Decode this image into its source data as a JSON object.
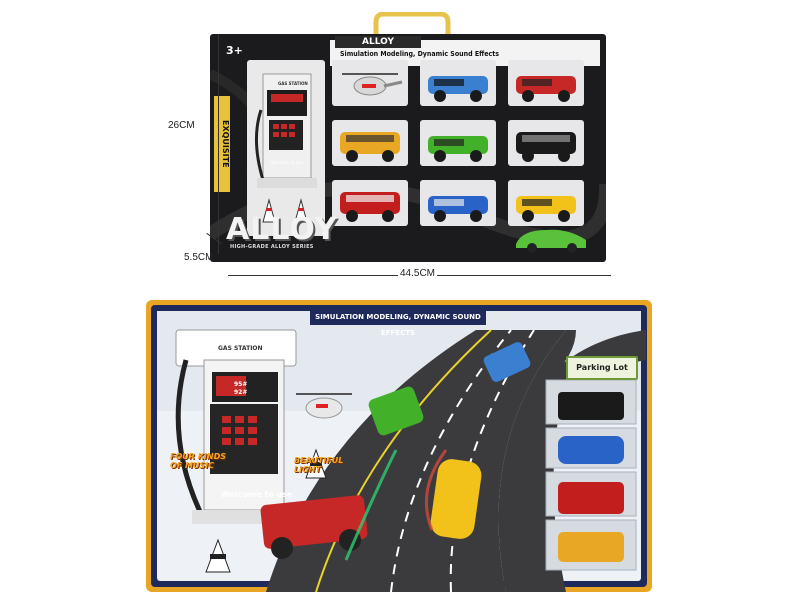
{
  "box": {
    "brand_tab": "ALLOY",
    "age": "3+",
    "header_text": "Simulation Modeling, Dynamic Sound Effects",
    "side_label": "EXQUISITE",
    "logo": "ALLOY",
    "logo_sub": "HIGH-GRADE ALLOY SERIES",
    "station_title": "GAS STATION",
    "station_welcome": "Welcome to use",
    "vehicles": [
      {
        "name": "helicopter",
        "color": "#d8d8d8",
        "accent": "#d22"
      },
      {
        "name": "blue-jeep",
        "color": "#3a7fd0",
        "accent": "#111"
      },
      {
        "name": "red-jeep",
        "color": "#c62828",
        "accent": "#222"
      },
      {
        "name": "school-bus",
        "color": "#e9a823",
        "accent": "#333"
      },
      {
        "name": "green-pickup",
        "color": "#43b02a",
        "accent": "#222"
      },
      {
        "name": "police-van",
        "color": "#1a1a1a",
        "accent": "#999"
      },
      {
        "name": "red-minibus",
        "color": "#c21e1e",
        "accent": "#f2f2f2"
      },
      {
        "name": "blue-suv",
        "color": "#2a63c8",
        "accent": "#e8e8e8"
      },
      {
        "name": "yellow-sports-car",
        "color": "#f2c21b",
        "accent": "#222"
      }
    ]
  },
  "dimensions": {
    "height": "26CM",
    "depth": "5.5CM",
    "width": "44.5CM"
  },
  "scene": {
    "banner": "SIMULATION MODELING, DYNAMIC SOUND EFFECTS",
    "gas_station": "GAS STATION",
    "price_1": "95#",
    "price_2": "92#",
    "welcome": "Welcome to use",
    "callout_music": "FOUR KINDS OF MUSIC",
    "callout_light": "BEAUTIFUL LIGHT",
    "parking_lot": "Parking Lot"
  },
  "colors": {
    "box_bg": "#1b1b1d",
    "accent_yellow": "#e8c23a",
    "banner_blue": "#1e2a5c",
    "road": "#3b3b3e",
    "callout_orange": "#f5a623"
  }
}
